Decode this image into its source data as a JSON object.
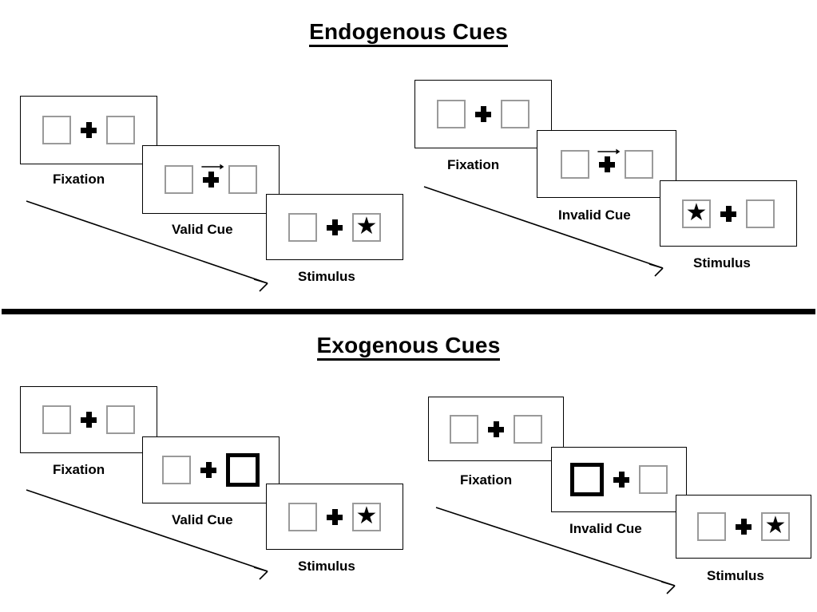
{
  "sections": [
    {
      "id": "endogenous",
      "title": "Endogenous Cues",
      "streams": [
        {
          "id": "endogenous-valid",
          "steps": [
            {
              "label": "Fixation",
              "cue": "none",
              "cued_side": "none",
              "target_side": "none"
            },
            {
              "label": "Valid Cue",
              "cue": "arrow",
              "cued_side": "right",
              "target_side": "none"
            },
            {
              "label": "Stimulus",
              "cue": "none",
              "cued_side": "none",
              "target_side": "right"
            }
          ]
        },
        {
          "id": "endogenous-invalid",
          "steps": [
            {
              "label": "Fixation",
              "cue": "none",
              "cued_side": "none",
              "target_side": "none"
            },
            {
              "label": "Invalid Cue",
              "cue": "arrow",
              "cued_side": "right",
              "target_side": "none"
            },
            {
              "label": "Stimulus",
              "cue": "none",
              "cued_side": "none",
              "target_side": "left"
            }
          ]
        }
      ]
    },
    {
      "id": "exogenous",
      "title": "Exogenous Cues",
      "streams": [
        {
          "id": "exogenous-valid",
          "steps": [
            {
              "label": "Fixation",
              "cue": "none",
              "cued_side": "none",
              "target_side": "none"
            },
            {
              "label": "Valid Cue",
              "cue": "box-flash",
              "cued_side": "right",
              "target_side": "none"
            },
            {
              "label": "Stimulus",
              "cue": "none",
              "cued_side": "none",
              "target_side": "right"
            }
          ]
        },
        {
          "id": "exogenous-invalid",
          "steps": [
            {
              "label": "Fixation",
              "cue": "none",
              "cued_side": "none",
              "target_side": "none"
            },
            {
              "label": "Invalid Cue",
              "cue": "box-flash",
              "cued_side": "left",
              "target_side": "none"
            },
            {
              "label": "Stimulus",
              "cue": "none",
              "cued_side": "none",
              "target_side": "right"
            }
          ]
        }
      ]
    }
  ],
  "glyphs": {
    "star": "★",
    "fixation_cross": "fixation-cross",
    "arrow_cue": "right-arrow",
    "time_arrow": "time-progression-arrow"
  },
  "colors": {
    "ink": "#000000",
    "placeholder_border": "#9a9a9a",
    "background": "#ffffff"
  }
}
